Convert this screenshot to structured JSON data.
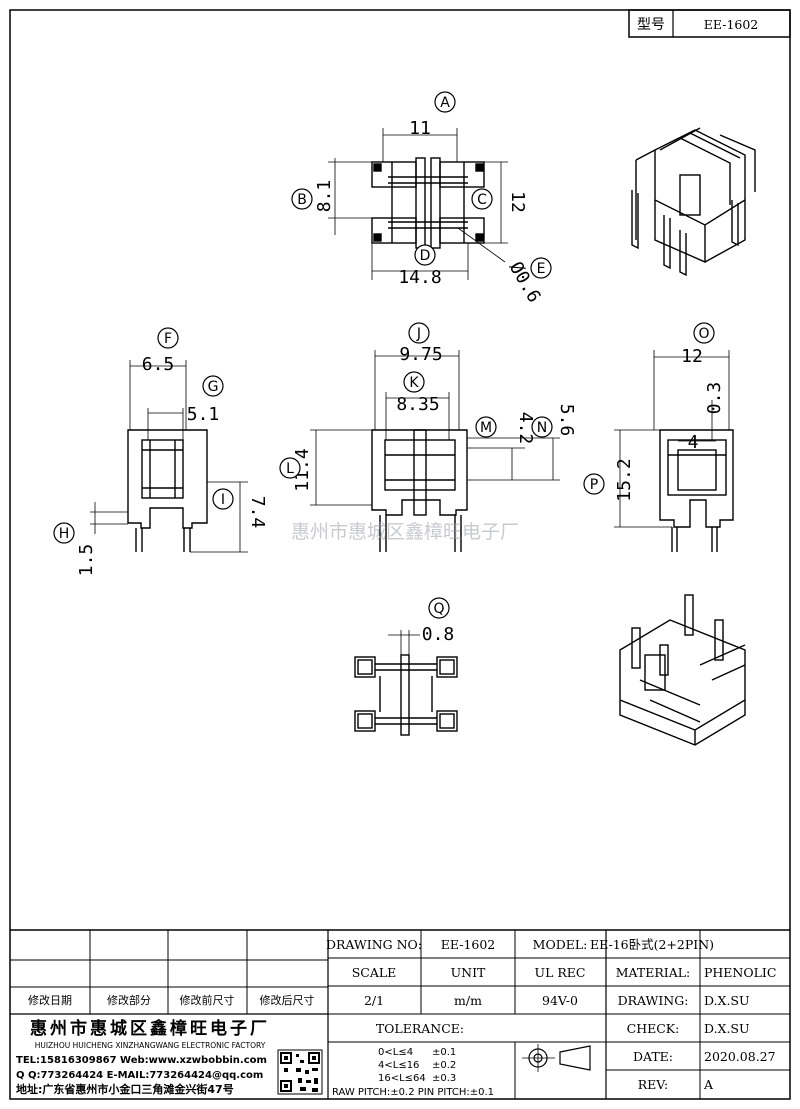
{
  "title_block": {
    "type_label": "型号",
    "type_value": "EE-1602"
  },
  "watermark": "惠州市惠城区鑫樟旺电子厂",
  "dimensions": {
    "A": "11",
    "B": "8.1",
    "C": "12",
    "D": "14.8",
    "E": "Ø0.6",
    "F": "6.5",
    "G": "5.1",
    "H": "1.5",
    "I": "7.4",
    "J": "9.75",
    "K": "8.35",
    "L": "11.4",
    "M": "4.2",
    "N": "5.6",
    "O": "12",
    "P": "15.2",
    "P_inner": "4",
    "O_small": "0.3",
    "Q": "0.8"
  },
  "circle_labels": [
    "A",
    "B",
    "C",
    "D",
    "E",
    "F",
    "G",
    "H",
    "I",
    "J",
    "K",
    "L",
    "M",
    "N",
    "O",
    "P",
    "Q"
  ],
  "revision_table": {
    "headers": [
      "修改日期",
      "修改部分",
      "修改前尺寸",
      "修改后尺寸"
    ]
  },
  "company": {
    "name_cn": "惠州市惠城区鑫樟旺电子厂",
    "name_en": "HUIZHOU HUICHENG XINZHANGWANG ELECTRONIC FACTORY",
    "tel_web": "TEL:15816309867 Web:www.xzwbobbin.com",
    "qq_mail": "Q Q:773264424 E-MAIL:773264424@qq.com",
    "address": "地址:广东省惠州市小金口三角滩金兴街47号"
  },
  "spec": {
    "drawing_no_label": "DRAWING NO:",
    "drawing_no": "EE-1602",
    "model_label": "MODEL:",
    "model": "EE-16卧式(2+2PIN)",
    "scale_label": "SCALE",
    "unit_label": "UNIT",
    "ul_label": "UL REC",
    "scale": "2/1",
    "unit": "m/m",
    "ul": "94V-0",
    "material_label": "MATERIAL:",
    "material": "PHENOLIC",
    "drawing_label": "DRAWING:",
    "drawing": "D.X.SU",
    "check_label": "CHECK:",
    "check": "D.X.SU",
    "date_label": "DATE:",
    "date": "2020.08.27",
    "rev_label": "REV:",
    "rev": "A",
    "tolerance_label": "TOLERANCE:",
    "tolerance_rows": [
      {
        "range": "0<L≤4",
        "tol": "±0.1"
      },
      {
        "range": "4<L≤16",
        "tol": "±0.2"
      },
      {
        "range": "16<L≤64",
        "tol": "±0.3"
      }
    ],
    "pitch_note": "RAW PITCH:±0.2 PIN PITCH:±0.1"
  }
}
